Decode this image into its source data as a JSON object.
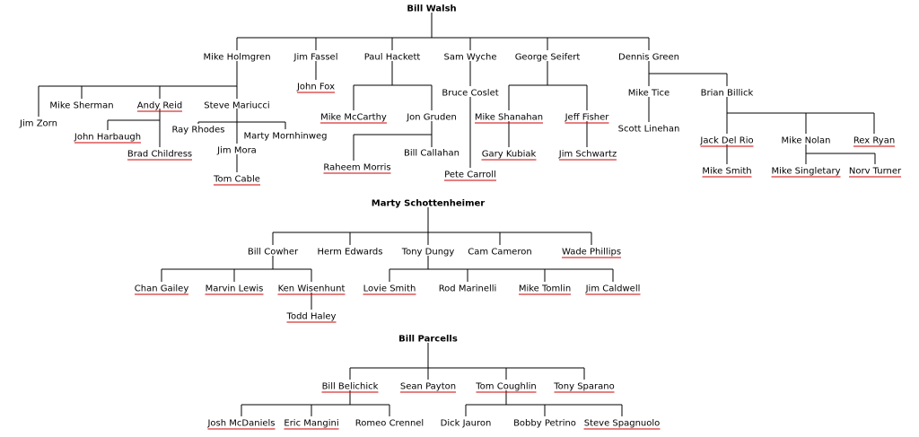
{
  "colors": {
    "line": "#000000",
    "underline": "#cc0000",
    "text": "#000000",
    "background": "#ffffff"
  },
  "trees": [
    {
      "id": "walsh",
      "root": "Bill Walsh",
      "nodes": [
        {
          "id": "holmgren",
          "label": "Mike Holmgren",
          "parent": "walsh-root",
          "underlined": false
        },
        {
          "id": "fassel",
          "label": "Jim Fassel",
          "parent": "walsh-root",
          "underlined": false
        },
        {
          "id": "hackett",
          "label": "Paul Hackett",
          "parent": "walsh-root",
          "underlined": false
        },
        {
          "id": "wyche",
          "label": "Sam Wyche",
          "parent": "walsh-root",
          "underlined": false
        },
        {
          "id": "seifert",
          "label": "George Seifert",
          "parent": "walsh-root",
          "underlined": false
        },
        {
          "id": "green",
          "label": "Dennis Green",
          "parent": "walsh-root",
          "underlined": false
        },
        {
          "id": "zorn",
          "label": "Jim Zorn",
          "parent": "holmgren",
          "underlined": false
        },
        {
          "id": "sherman",
          "label": "Mike Sherman",
          "parent": "holmgren",
          "underlined": false
        },
        {
          "id": "reid",
          "label": "Andy Reid",
          "parent": "holmgren",
          "underlined": true
        },
        {
          "id": "mariucci",
          "label": "Steve Mariucci",
          "parent": "holmgren",
          "underlined": false
        },
        {
          "id": "harbaugh",
          "label": "John Harbaugh",
          "parent": "reid",
          "underlined": true
        },
        {
          "id": "childress",
          "label": "Brad Childress",
          "parent": "reid",
          "underlined": true
        },
        {
          "id": "rhodes",
          "label": "Ray Rhodes",
          "parent": "mariucci",
          "underlined": false
        },
        {
          "id": "mornhinweg",
          "label": "Marty Mornhinweg",
          "parent": "mariucci",
          "underlined": false
        },
        {
          "id": "mora",
          "label": "Jim Mora",
          "parent": "mariucci",
          "underlined": false
        },
        {
          "id": "cable",
          "label": "Tom Cable",
          "parent": "mora",
          "underlined": true
        },
        {
          "id": "fox",
          "label": "John Fox",
          "parent": "fassel",
          "underlined": true
        },
        {
          "id": "mccarthy",
          "label": "Mike McCarthy",
          "parent": "hackett",
          "underlined": true
        },
        {
          "id": "gruden",
          "label": "Jon Gruden",
          "parent": "hackett",
          "underlined": false
        },
        {
          "id": "morris",
          "label": "Raheem Morris",
          "parent": "gruden",
          "underlined": true
        },
        {
          "id": "callahan",
          "label": "Bill Callahan",
          "parent": "gruden",
          "underlined": false
        },
        {
          "id": "coslet",
          "label": "Bruce Coslet",
          "parent": "wyche",
          "underlined": false
        },
        {
          "id": "carroll",
          "label": "Pete Carroll",
          "parent": "coslet",
          "underlined": true
        },
        {
          "id": "shanahan",
          "label": "Mike Shanahan",
          "parent": "seifert",
          "underlined": true
        },
        {
          "id": "fisher",
          "label": "Jeff Fisher",
          "parent": "seifert",
          "underlined": true
        },
        {
          "id": "kubiak",
          "label": "Gary Kubiak",
          "parent": "shanahan",
          "underlined": true
        },
        {
          "id": "schwartz",
          "label": "Jim Schwartz",
          "parent": "fisher",
          "underlined": true
        },
        {
          "id": "tice",
          "label": "Mike Tice",
          "parent": "green",
          "underlined": false
        },
        {
          "id": "billick",
          "label": "Brian Billick",
          "parent": "green",
          "underlined": false
        },
        {
          "id": "linehan",
          "label": "Scott Linehan",
          "parent": "tice",
          "underlined": false
        },
        {
          "id": "delrio",
          "label": "Jack Del Rio",
          "parent": "billick",
          "underlined": true
        },
        {
          "id": "nolan",
          "label": "Mike Nolan",
          "parent": "billick",
          "underlined": false
        },
        {
          "id": "ryan",
          "label": "Rex Ryan",
          "parent": "billick",
          "underlined": true
        },
        {
          "id": "smith-m",
          "label": "Mike Smith",
          "parent": "delrio",
          "underlined": true
        },
        {
          "id": "singletary",
          "label": "Mike Singletary",
          "parent": "nolan",
          "underlined": true
        },
        {
          "id": "turner",
          "label": "Norv Turner",
          "parent": "nolan",
          "underlined": true
        }
      ]
    },
    {
      "id": "schottenheimer",
      "root": "Marty Schottenheimer",
      "nodes": [
        {
          "id": "cowher",
          "label": "Bill Cowher",
          "parent": "schottenheimer-root",
          "underlined": false
        },
        {
          "id": "edwards",
          "label": "Herm Edwards",
          "parent": "schottenheimer-root",
          "underlined": false
        },
        {
          "id": "dungy",
          "label": "Tony Dungy",
          "parent": "schottenheimer-root",
          "underlined": false
        },
        {
          "id": "cameron",
          "label": "Cam Cameron",
          "parent": "schottenheimer-root",
          "underlined": false
        },
        {
          "id": "phillips",
          "label": "Wade Phillips",
          "parent": "schottenheimer-root",
          "underlined": true
        },
        {
          "id": "gailey",
          "label": "Chan Gailey",
          "parent": "cowher",
          "underlined": true
        },
        {
          "id": "lewis",
          "label": "Marvin Lewis",
          "parent": "cowher",
          "underlined": true
        },
        {
          "id": "whisenhunt",
          "label": "Ken Wisenhunt",
          "parent": "cowher",
          "underlined": true
        },
        {
          "id": "haley",
          "label": "Todd Haley",
          "parent": "whisenhunt",
          "underlined": true
        },
        {
          "id": "smith-l",
          "label": "Lovie Smith",
          "parent": "dungy",
          "underlined": true
        },
        {
          "id": "marinelli",
          "label": "Rod Marinelli",
          "parent": "dungy",
          "underlined": false
        },
        {
          "id": "tomlin",
          "label": "Mike Tomlin",
          "parent": "dungy",
          "underlined": true
        },
        {
          "id": "caldwell",
          "label": "Jim Caldwell",
          "parent": "dungy",
          "underlined": true
        }
      ]
    },
    {
      "id": "parcells",
      "root": "Bill Parcells",
      "nodes": [
        {
          "id": "belichick",
          "label": "Bill Belichick",
          "parent": "parcells-root",
          "underlined": true
        },
        {
          "id": "payton",
          "label": "Sean Payton",
          "parent": "parcells-root",
          "underlined": true
        },
        {
          "id": "coughlin",
          "label": "Tom Coughlin",
          "parent": "parcells-root",
          "underlined": true
        },
        {
          "id": "sparano",
          "label": "Tony Sparano",
          "parent": "parcells-root",
          "underlined": true
        },
        {
          "id": "mcdaniels",
          "label": "Josh McDaniels",
          "parent": "belichick",
          "underlined": true
        },
        {
          "id": "mangini",
          "label": "Eric Mangini",
          "parent": "belichick",
          "underlined": true
        },
        {
          "id": "crennel",
          "label": "Romeo Crennel",
          "parent": "belichick",
          "underlined": false
        },
        {
          "id": "jauron",
          "label": "Dick Jauron",
          "parent": "coughlin",
          "underlined": false
        },
        {
          "id": "petrino",
          "label": "Bobby Petrino",
          "parent": "coughlin",
          "underlined": false
        },
        {
          "id": "spagnuolo",
          "label": "Steve Spagnuolo",
          "parent": "coughlin",
          "underlined": true
        }
      ]
    }
  ]
}
